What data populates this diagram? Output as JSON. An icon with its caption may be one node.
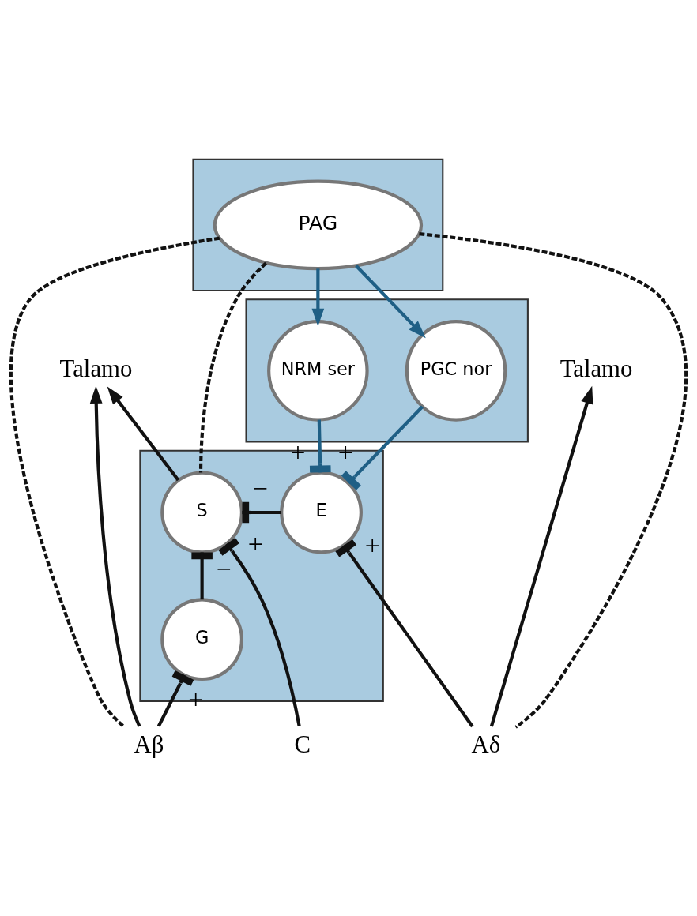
{
  "diagram": {
    "nodes": [
      {
        "text": [],
        "shape": "box"
      },
      {
        "text": [
          "PAG"
        ],
        "in": 0
      },
      {
        "text": [],
        "shape": "box"
      },
      {
        "text": [
          "NRM ser"
        ],
        "in": 2
      },
      {
        "text": [
          "PGC nor"
        ],
        "in": 2
      },
      {
        "text": [],
        "shape": "box"
      },
      {
        "text": [
          "S"
        ],
        "in": 5
      },
      {
        "text": [
          "E"
        ],
        "in": 5
      },
      {
        "text": [
          "G"
        ],
        "in": 5
      },
      {
        "text": [
          "Talamo"
        ]
      },
      {
        "text": [
          "Talamo"
        ]
      },
      {
        "text": [
          "Aβ"
        ]
      },
      {
        "text": [
          "C"
        ]
      },
      {
        "text": [
          "Aδ"
        ]
      }
    ],
    "edges": [
      {
        "from": 11,
        "to": 9,
        "arrow": "to"
      },
      {
        "from": 6,
        "to": 9,
        "arrow": "to"
      },
      {
        "from": 13,
        "to": 10,
        "arrow": "to"
      },
      {
        "from": 11,
        "to": 1,
        "arrow": "none",
        "style": "dashed"
      },
      {
        "from": 6,
        "to": 1,
        "arrow": "none",
        "style": "dashed"
      },
      {
        "from": 13,
        "to": 1,
        "arrow": "none",
        "style": "dashed"
      },
      {
        "from": 1,
        "to": 3,
        "arrow": "to",
        "color": "#1f5f85"
      },
      {
        "from": 1,
        "to": 4,
        "arrow": "to",
        "color": "#1f5f85"
      },
      {
        "from": 3,
        "to": 7,
        "arrow": "other",
        "label": "+",
        "color": "#1f5f85"
      },
      {
        "from": 4,
        "to": 7,
        "arrow": "other",
        "label": "+",
        "color": "#1f5f85"
      },
      {
        "from": 7,
        "to": 6,
        "arrow": "other",
        "label": "−"
      },
      {
        "from": 13,
        "to": 7,
        "arrow": "other",
        "label": "+"
      },
      {
        "from": 11,
        "to": 8,
        "arrow": "other",
        "label": "+"
      },
      {
        "from": 8,
        "to": 6,
        "arrow": "other",
        "label": "−"
      },
      {
        "from": 12,
        "to": 6,
        "arrow": "other",
        "label": "+"
      }
    ]
  }
}
